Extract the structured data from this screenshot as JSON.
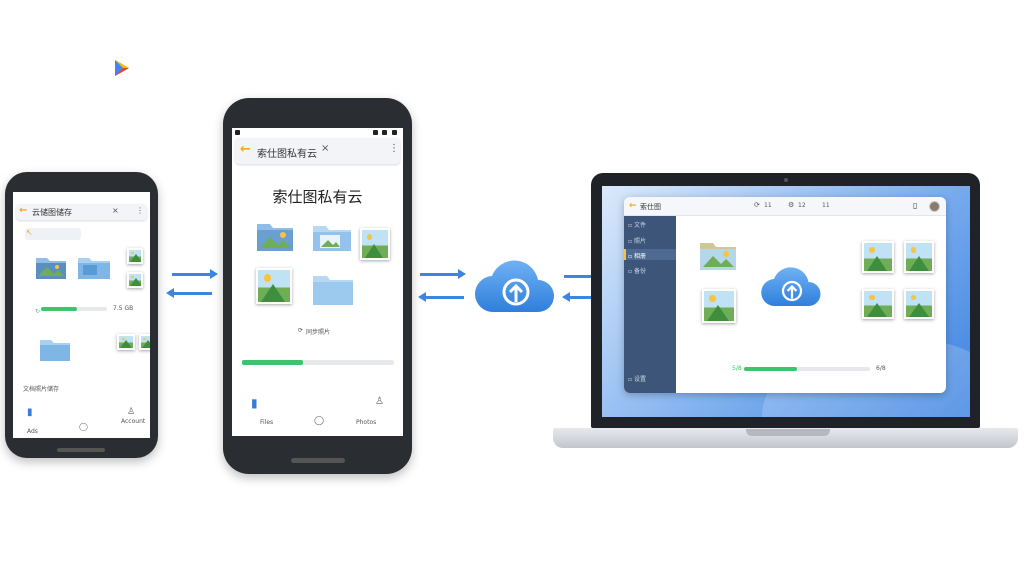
{
  "play_store": {
    "icon": "play-store-icon"
  },
  "phone_left": {
    "title": "云储图储存",
    "progress": 0.55,
    "progress_label": "7.5 GB",
    "section_label": "文档照片储存",
    "nav": [
      {
        "label": "Ads",
        "icon": "files-icon"
      },
      {
        "label": "",
        "icon": "home-icon"
      },
      {
        "label": "Account",
        "icon": "person-icon"
      }
    ]
  },
  "phone_center": {
    "title": "索仕图私有云",
    "heading": "索仕图私有云",
    "caption": "同步照片",
    "progress": 0.4,
    "nav": [
      {
        "label": "Files",
        "icon": "files-icon"
      },
      {
        "label": "",
        "icon": "home-icon"
      },
      {
        "label": "Photos",
        "icon": "person-icon"
      }
    ]
  },
  "laptop": {
    "window_title": "索仕图",
    "toolbar": [
      "11",
      "12",
      "11"
    ],
    "sidebar_items": [
      "文件",
      "照片",
      "相册",
      "备份",
      "设置"
    ],
    "progress": 0.42,
    "progress_left": "5/8",
    "progress_right": "6/8"
  },
  "colors": {
    "accent": "#3a86e0",
    "progress": "#3ec46d",
    "phone_body": "#2a2d31"
  }
}
